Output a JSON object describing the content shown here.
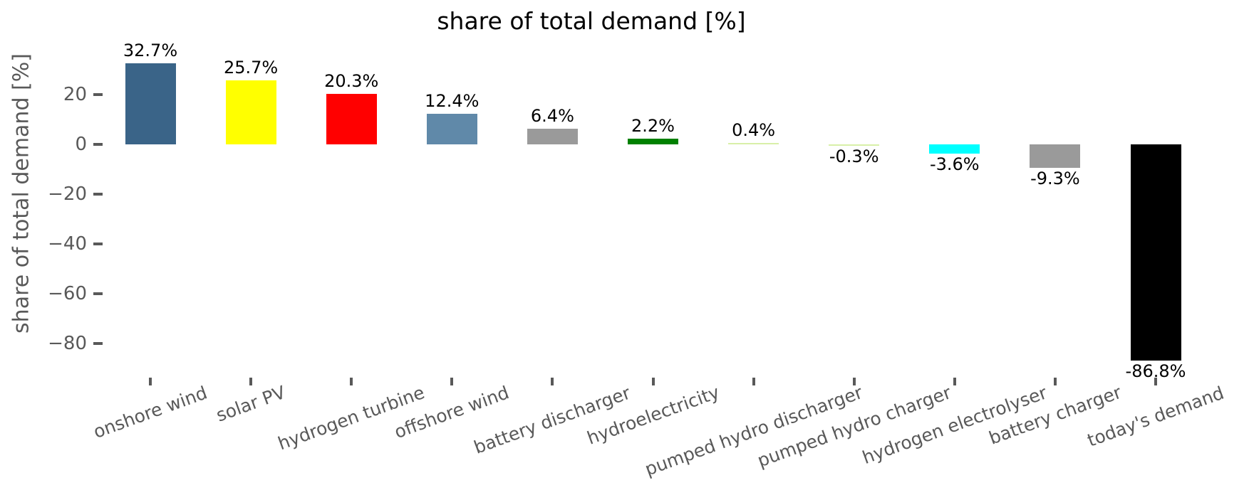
{
  "figure": {
    "background_color": "#ffffff"
  },
  "chart_data": {
    "type": "bar",
    "title": "share of total demand [%]",
    "xlabel": "",
    "ylabel": "share of total demand [%]",
    "ylim": [
      -95,
      36
    ],
    "grid": false,
    "legend": false,
    "axis_text_color": "#595959",
    "value_label_color": "#000000",
    "title_color": "#000000",
    "categories": [
      "onshore wind",
      "solar PV",
      "hydrogen turbine",
      "offshore wind",
      "battery discharger",
      "hydroelectricity",
      "pumped hydro discharger",
      "pumped hydro charger",
      "hydrogen electrolyser",
      "battery charger",
      "today's demand"
    ],
    "values": [
      32.7,
      25.7,
      20.3,
      12.4,
      6.4,
      2.2,
      0.4,
      -0.3,
      -3.6,
      -9.3,
      -86.8
    ],
    "bar_value_labels": [
      "32.7%",
      "25.7%",
      "20.3%",
      "12.4%",
      "6.4%",
      "2.2%",
      "0.4%",
      "-0.3%",
      "-3.6%",
      "-9.3%",
      "-86.8%"
    ],
    "bar_colors": [
      "#3a6488",
      "#ffff00",
      "#ff0000",
      "#6089a9",
      "#9a9a9a",
      "#008000",
      "#d8f0a8",
      "#d8f0a8",
      "#00ffff",
      "#9a9a9a",
      "#000000"
    ],
    "ytick_values": [
      20,
      0,
      -20,
      -40,
      -60,
      -80
    ],
    "ytick_labels": [
      "20",
      "0",
      "−20",
      "−40",
      "−60",
      "−80"
    ]
  }
}
